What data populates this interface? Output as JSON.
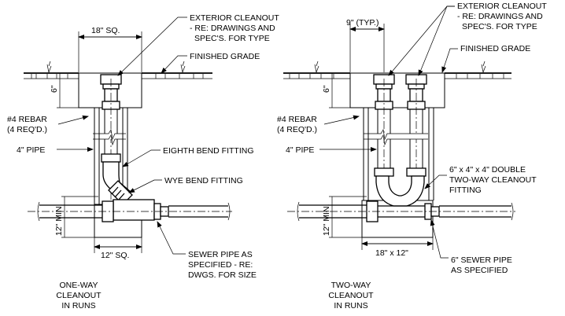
{
  "left_detail": {
    "callouts": {
      "cleanout_1": "EXTERIOR CLEANOUT",
      "cleanout_2": "- RE: DRAWINGS AND",
      "cleanout_3": "SPEC'S. FOR TYPE",
      "grade": "FINISHED GRADE",
      "rebar_1": "#4 REBAR",
      "rebar_2": "(4 REQ'D.)",
      "pipe": "4\" PIPE",
      "eighth_bend": "EIGHTH BEND FITTING",
      "wye_bend": "WYE BEND FITTING",
      "sewer_1": "SEWER PIPE AS",
      "sewer_2": "SPECIFIED - RE:",
      "sewer_3": "DWGS. FOR SIZE"
    },
    "dims": {
      "top": "18\" SQ.",
      "depth": "6\"",
      "min": "12\" MIN.",
      "bottom": "12\" SQ."
    },
    "caption": [
      "ONE-WAY",
      "CLEANOUT",
      "IN RUNS"
    ]
  },
  "right_detail": {
    "callouts": {
      "cleanout_1": "EXTERIOR CLEANOUT",
      "cleanout_2": "- RE: DRAWINGS AND",
      "cleanout_3": "SPEC'S. FOR TYPE",
      "grade": "FINISHED GRADE",
      "rebar_1": "#4 REBAR",
      "rebar_2": "(4 REQ'D.)",
      "pipe": "4\" PIPE",
      "fitting_1": "6\" x 4\" x 4\" DOUBLE",
      "fitting_2": "TWO-WAY CLEANOUT",
      "fitting_3": "FITTING",
      "sewer_1": "6\" SEWER PIPE",
      "sewer_2": "AS SPECIFIED"
    },
    "dims": {
      "top": "9\" (TYP.)",
      "depth": "6\"",
      "min": "12\" MIN.",
      "bottom": "18\" x 12\""
    },
    "caption": [
      "TWO-WAY",
      "CLEANOUT",
      "IN RUNS"
    ]
  }
}
